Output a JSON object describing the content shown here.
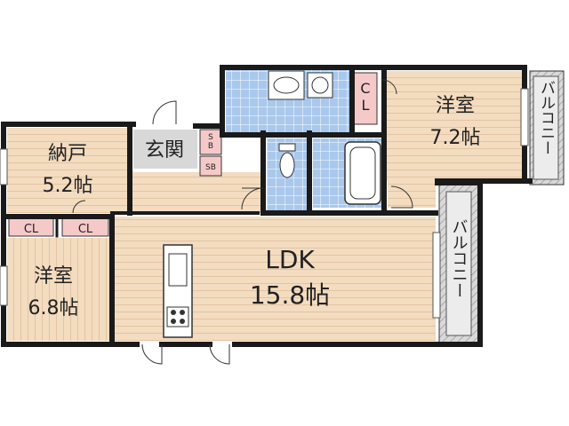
{
  "rooms": {
    "nando": {
      "name": "納戸",
      "size": "5.2帖"
    },
    "genkan": {
      "name": "玄関"
    },
    "ldk": {
      "name": "LDK",
      "size": "15.8帖"
    },
    "western_right": {
      "name": "洋室",
      "size": "7.2帖"
    },
    "western_left": {
      "name": "洋室",
      "size": "6.8帖"
    }
  },
  "storage": {
    "cl_top": "CL",
    "cl_left_a": "CL",
    "cl_left_b": "CL",
    "sb_1": "SB",
    "sb_2": "SB"
  },
  "balconies": {
    "top_right": "バルコニー",
    "right": "バルコニー"
  },
  "colors": {
    "floor_wood": "#f3dcc0",
    "floor_line": "#e2c4a2",
    "tile_blue": "#a9c8ec",
    "tile_line": "#ffffff",
    "genkan_gray": "#d8d8d8",
    "closet_pink": "#f6c9c9",
    "balcony_gray": "#cfcfcf",
    "wall": "#1a1a1a"
  }
}
